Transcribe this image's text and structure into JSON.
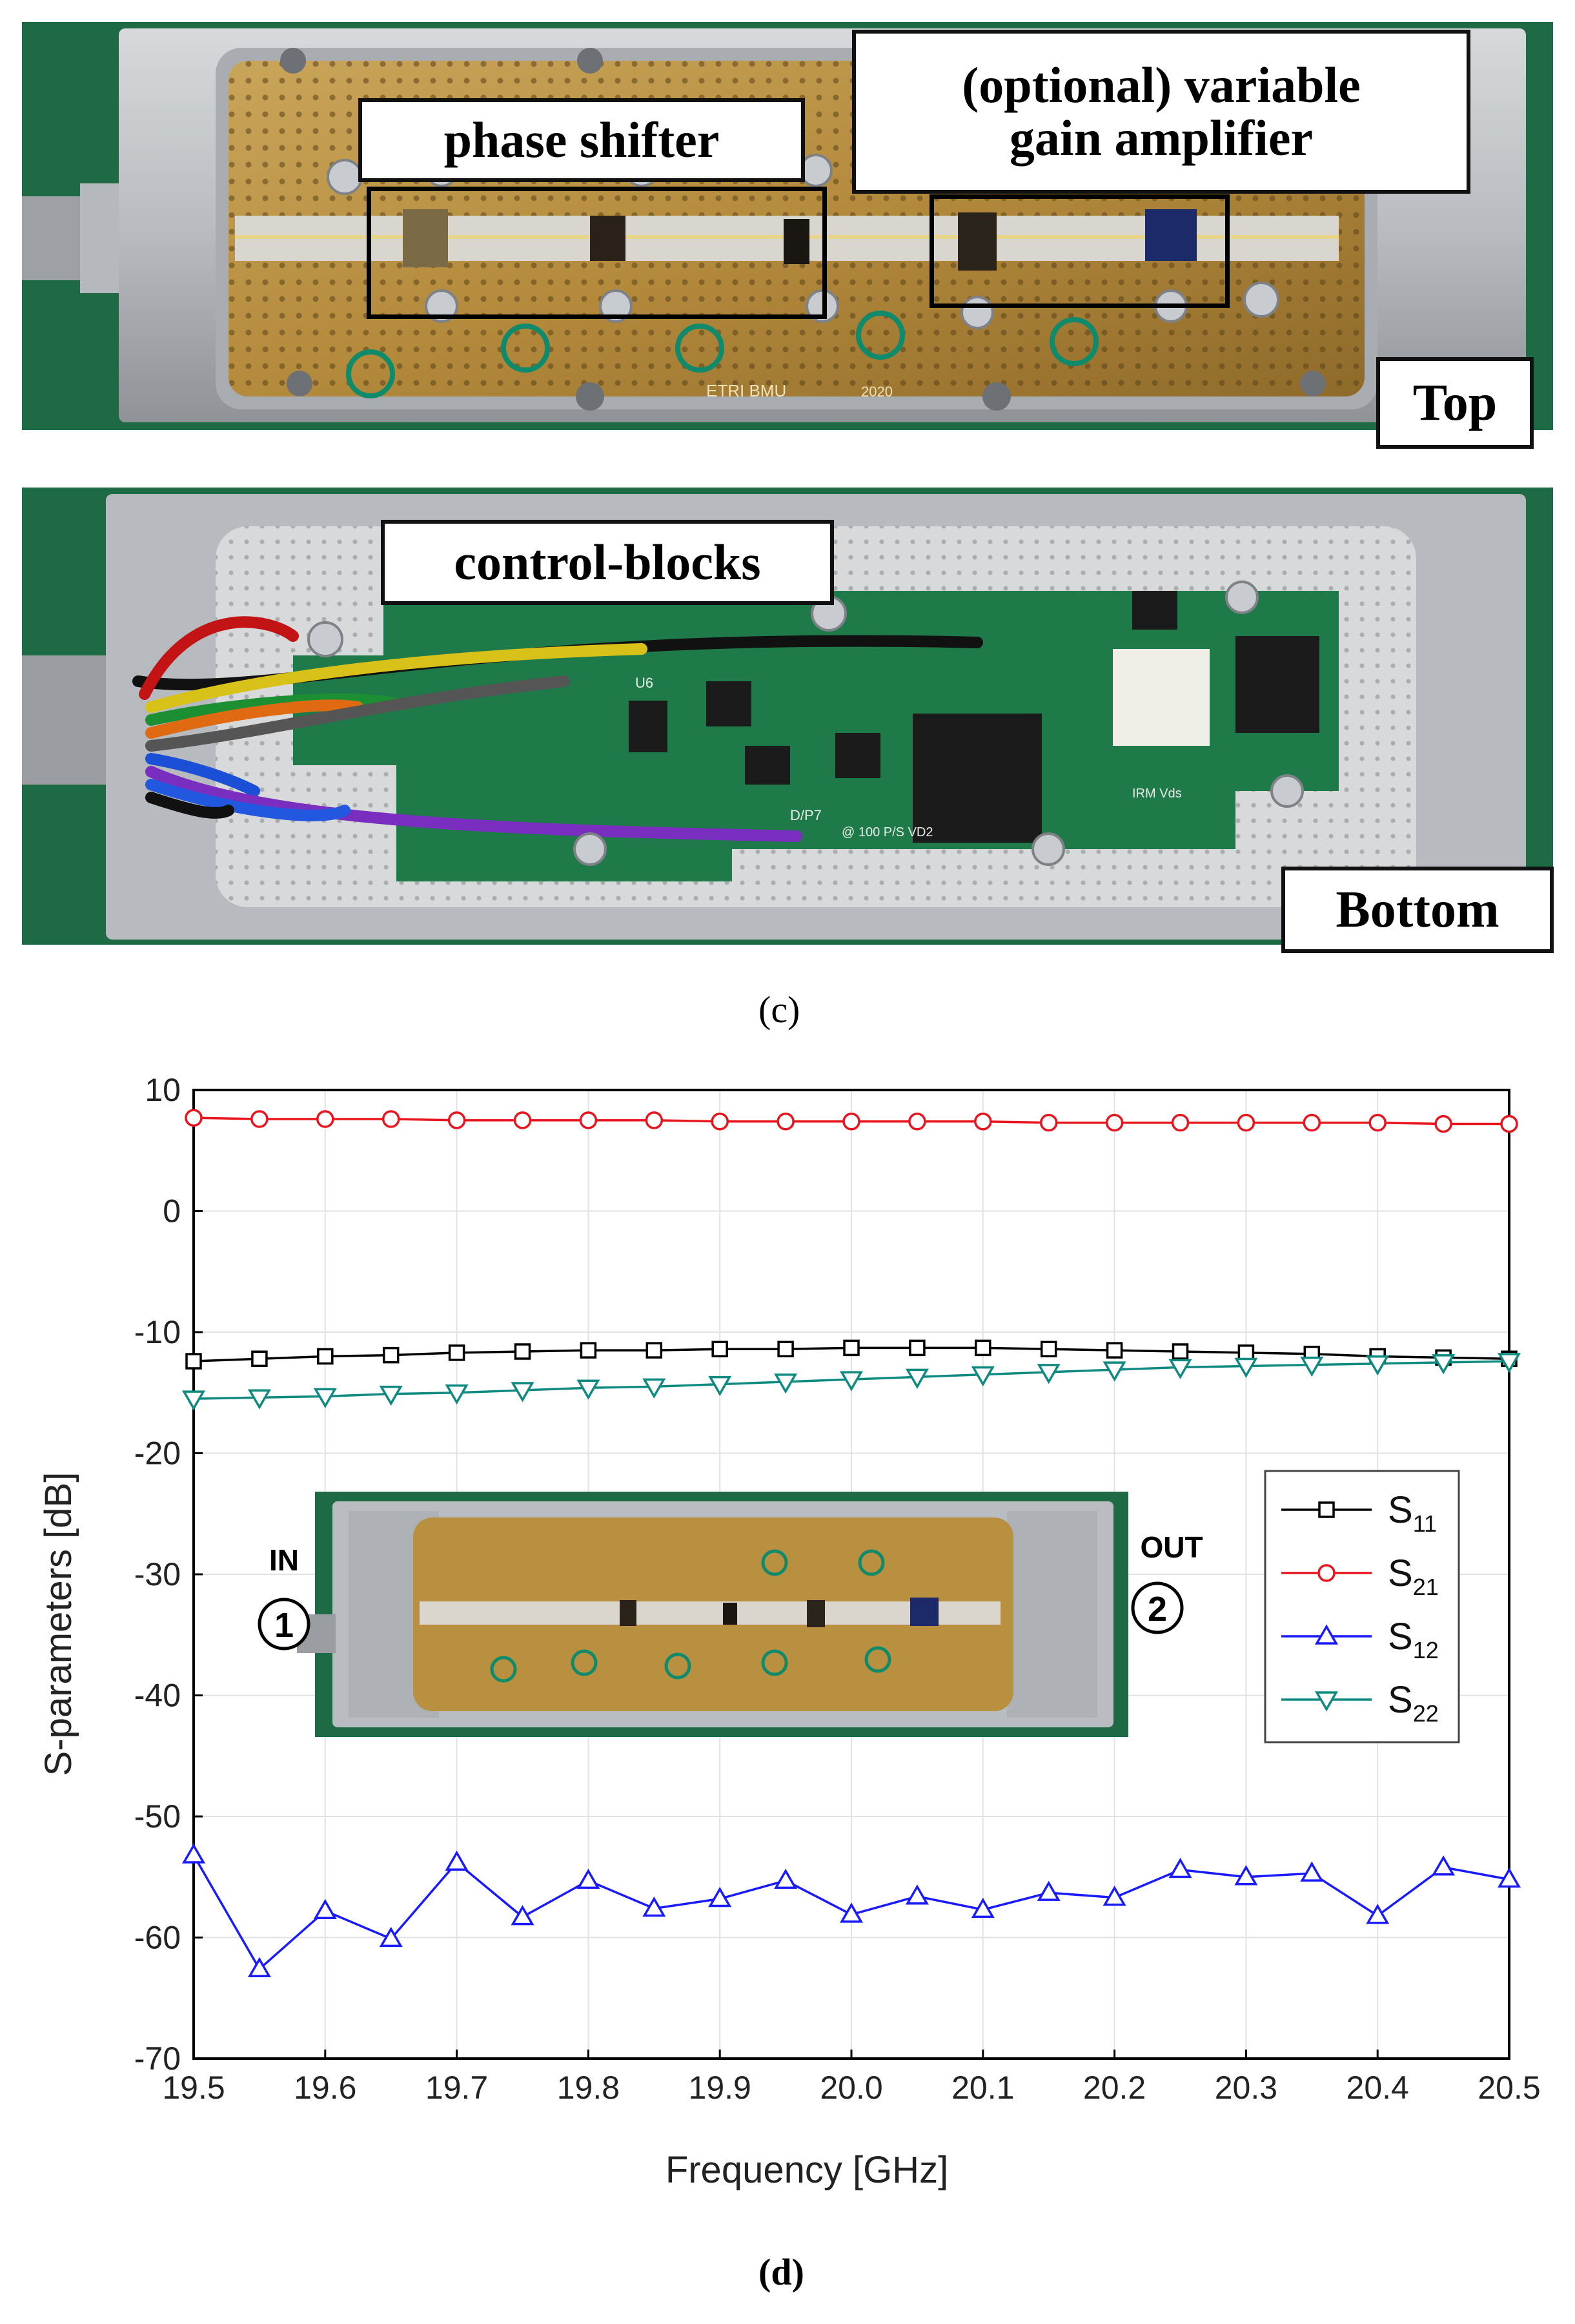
{
  "panel_c": {
    "caption": "(c)",
    "top_photo": {
      "tag": "Top",
      "phase_shifter_label": "phase shifter",
      "vga_label_line1": "(optional) variable",
      "vga_label_line2": "gain amplifier",
      "engraving_left": "ETRI BMU",
      "engraving_right": "2020"
    },
    "bottom_photo": {
      "tag": "Bottom",
      "control_label": "control-blocks",
      "silk_dp7": "D/P7",
      "silk_bottom": "@ 100 P/S  VD2",
      "silk_u6": "U6",
      "silk_vds": "IRM Vds"
    }
  },
  "panel_d": {
    "caption": "(d)",
    "inset": {
      "in_label": "IN",
      "in_port": "1",
      "out_label": "OUT",
      "out_port": "2"
    }
  },
  "colors": {
    "s11": "#000000",
    "s21": "#e8141e",
    "s12": "#1a1aff",
    "s22": "#0f8a80"
  },
  "chart_data": {
    "type": "line",
    "xlabel": "Frequency [GHz]",
    "ylabel": "S-parameters [dB]",
    "xlim": [
      19.5,
      20.5
    ],
    "ylim": [
      -70,
      10
    ],
    "xticks": [
      "19.5",
      "19.6",
      "19.7",
      "19.8",
      "19.9",
      "20.0",
      "20.1",
      "20.2",
      "20.3",
      "20.4",
      "20.5"
    ],
    "yticks": [
      "10",
      "0",
      "-10",
      "-20",
      "-30",
      "-40",
      "-50",
      "-60",
      "-70"
    ],
    "grid": true,
    "legend_position": "right",
    "x": [
      19.5,
      19.55,
      19.6,
      19.65,
      19.7,
      19.75,
      19.8,
      19.85,
      19.9,
      19.95,
      20.0,
      20.05,
      20.1,
      20.15,
      20.2,
      20.25,
      20.3,
      20.35,
      20.4,
      20.45,
      20.5
    ],
    "series": [
      {
        "key": "s11",
        "name": "S",
        "sub": "11",
        "marker": "square",
        "values": [
          -12.4,
          -12.2,
          -12.0,
          -11.9,
          -11.7,
          -11.6,
          -11.5,
          -11.5,
          -11.4,
          -11.4,
          -11.3,
          -11.3,
          -11.3,
          -11.4,
          -11.5,
          -11.6,
          -11.7,
          -11.8,
          -12.0,
          -12.1,
          -12.2
        ]
      },
      {
        "key": "s21",
        "name": "S",
        "sub": "21",
        "marker": "circle",
        "values": [
          7.7,
          7.6,
          7.6,
          7.6,
          7.5,
          7.5,
          7.5,
          7.5,
          7.4,
          7.4,
          7.4,
          7.4,
          7.4,
          7.3,
          7.3,
          7.3,
          7.3,
          7.3,
          7.3,
          7.2,
          7.2
        ]
      },
      {
        "key": "s12",
        "name": "S",
        "sub": "12",
        "marker": "triangle-up",
        "values": [
          -53.2,
          -62.6,
          -57.8,
          -60.1,
          -53.8,
          -58.3,
          -55.3,
          -57.6,
          -56.8,
          -55.3,
          -58.1,
          -56.6,
          -57.7,
          -56.3,
          -56.7,
          -54.4,
          -55.0,
          -54.7,
          -58.2,
          -54.2,
          -55.2
        ]
      },
      {
        "key": "s22",
        "name": "S",
        "sub": "22",
        "marker": "triangle-down",
        "values": [
          -15.5,
          -15.4,
          -15.3,
          -15.1,
          -15.0,
          -14.8,
          -14.6,
          -14.5,
          -14.3,
          -14.1,
          -13.9,
          -13.7,
          -13.5,
          -13.3,
          -13.1,
          -12.9,
          -12.8,
          -12.7,
          -12.6,
          -12.5,
          -12.4
        ]
      }
    ]
  }
}
